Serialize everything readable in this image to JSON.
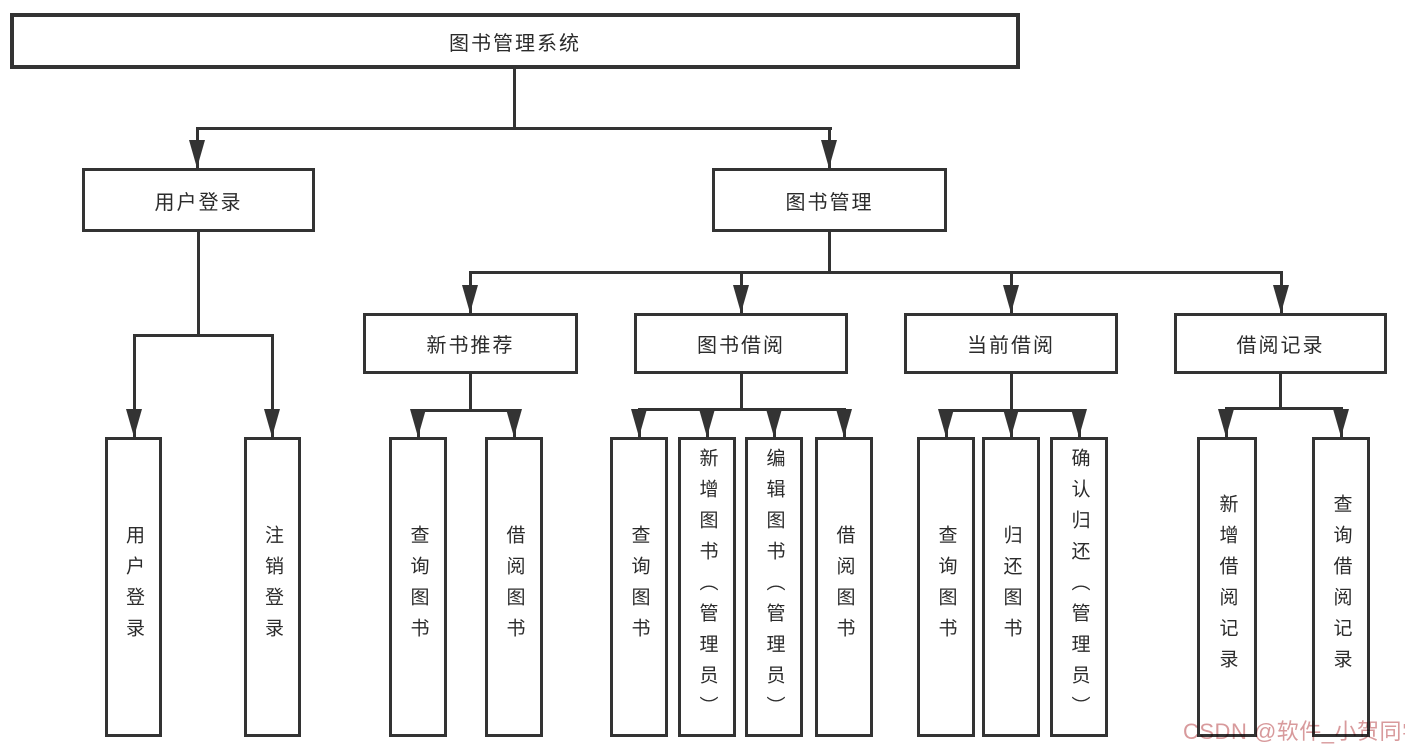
{
  "diagram_title": "图书管理系统",
  "diagram_type": "hierarchy-tree",
  "colors": {
    "line": "#333333",
    "box_background": "#ffffff",
    "text": "#2b2b2b",
    "watermark": "#d89a9c",
    "page_background": "#ffffff"
  },
  "hierarchy": {
    "root": "图书管理系统",
    "children": [
      {
        "label": "用户登录",
        "children": [
          {
            "label": "用户登录"
          },
          {
            "label": "注销登录"
          }
        ]
      },
      {
        "label": "图书管理",
        "children": [
          {
            "label": "新书推荐",
            "children": [
              {
                "label": "查询图书"
              },
              {
                "label": "借阅图书"
              }
            ]
          },
          {
            "label": "图书借阅",
            "children": [
              {
                "label": "查询图书"
              },
              {
                "label": "新增图书（管理员）"
              },
              {
                "label": "编辑图书（管理员）"
              },
              {
                "label": "借阅图书"
              }
            ]
          },
          {
            "label": "当前借阅",
            "children": [
              {
                "label": "查询图书"
              },
              {
                "label": "归还图书"
              },
              {
                "label": "确认归还（管理员）"
              }
            ]
          },
          {
            "label": "借阅记录",
            "children": [
              {
                "label": "新增借阅记录"
              },
              {
                "label": "查询借阅记录"
              }
            ]
          }
        ]
      }
    ]
  },
  "watermark": {
    "text": "CSDN @软件_小贺同学"
  }
}
